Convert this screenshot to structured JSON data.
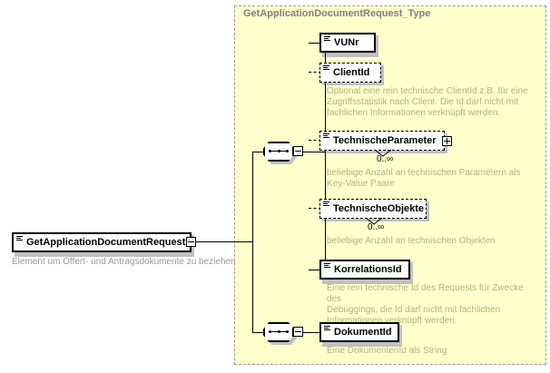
{
  "diagram": {
    "type_name": "GetApplicationDocumentRequest_Type",
    "root": {
      "label": "GetApplicationDocumentRequest",
      "doc": "Element um Offert- und Antragsdokumente zu beziehen",
      "toggle": "minus-icon"
    },
    "compositors": [
      {
        "name": "sequence-top",
        "symbol": "sequence",
        "toggle": "minus-icon"
      },
      {
        "name": "sequence-bottom",
        "symbol": "sequence",
        "toggle": "minus-icon"
      }
    ],
    "elements": [
      {
        "label": "VUNr",
        "occurrence": "required",
        "cardinality": "",
        "doc": "",
        "expandable": false
      },
      {
        "label": "ClientId",
        "occurrence": "optional",
        "cardinality": "",
        "doc": "Optional eine rein technische ClientId z.B. für eine\nZugriffsstatistik nach Client. Die Id darf nicht mit\nfachlichen Informationen verknüpft werden.",
        "expandable": false
      },
      {
        "label": "TechnischeParameter",
        "occurrence": "optional",
        "cardinality": "0..∞",
        "doc": "beliebige Anzahl an technischen Parametern als\nKey-Value Paare",
        "expandable": true
      },
      {
        "label": "TechnischeObjekte",
        "occurrence": "optional",
        "cardinality": "0..∞",
        "doc": "beliebige Anzahl an technischen Objekten",
        "expandable": false
      },
      {
        "label": "KorrelationsId",
        "occurrence": "required",
        "cardinality": "",
        "doc": "Eine rein technische Id des Requests für Zwecke des\nDebuggings, die Id darf nicht mit fachlichen\nInformationen verknüpft werden.",
        "expandable": false
      },
      {
        "label": "DokumentId",
        "occurrence": "required",
        "cardinality": "",
        "doc": "Eine DokumentenId als String",
        "expandable": false
      }
    ],
    "colors": {
      "panel_background": "#ffffcc",
      "panel_border": "#999999",
      "node_background": "#ffffff",
      "node_border": "#000000",
      "doc_text": "#b3b37f",
      "title_text": "#808080",
      "shadow": "#c0c0c0"
    }
  }
}
